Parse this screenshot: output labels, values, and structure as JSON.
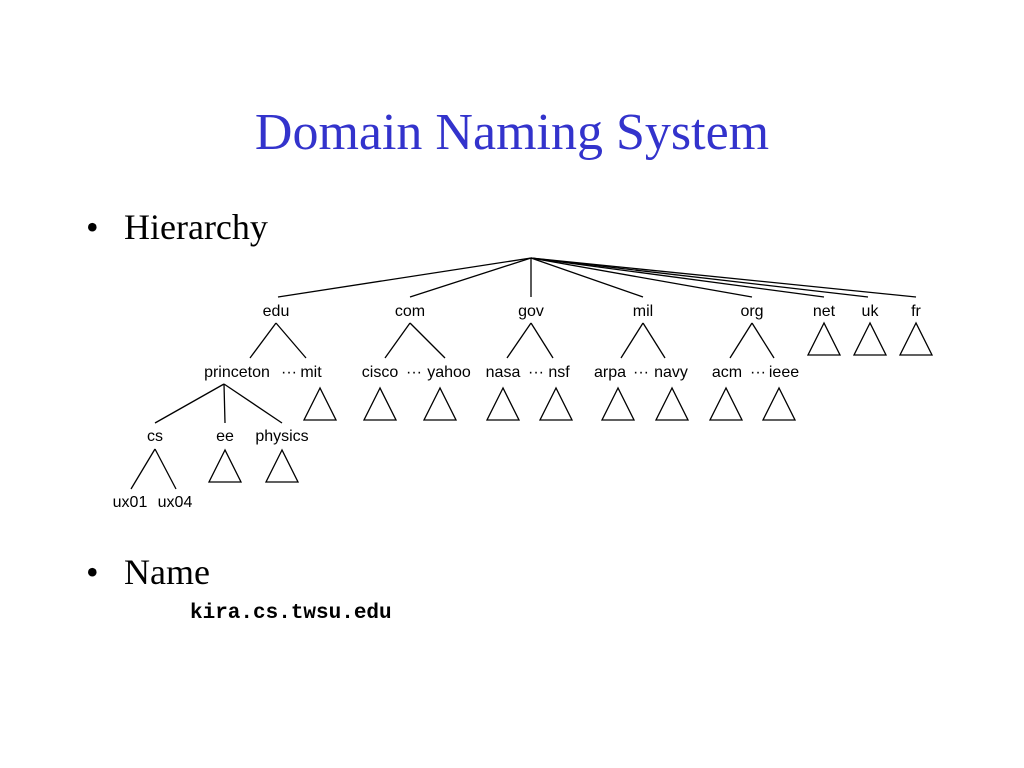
{
  "slide": {
    "title": "Domain Naming System",
    "bullets": [
      {
        "text": "Hierarchy"
      },
      {
        "text": "Name",
        "example": "kira.cs.twsu.edu"
      }
    ]
  },
  "tree": {
    "tlds": [
      "edu",
      "com",
      "gov",
      "mil",
      "org",
      "net",
      "uk",
      "fr"
    ],
    "second_level": [
      {
        "parent": "edu",
        "left": "princeton",
        "right": "mit"
      },
      {
        "parent": "com",
        "left": "cisco",
        "right": "yahoo"
      },
      {
        "parent": "gov",
        "left": "nasa",
        "right": "nsf"
      },
      {
        "parent": "mil",
        "left": "arpa",
        "right": "navy"
      },
      {
        "parent": "org",
        "left": "acm",
        "right": "ieee"
      }
    ],
    "ellipsis": "···",
    "third_level": {
      "parent": "princeton",
      "children": [
        "cs",
        "ee",
        "physics"
      ]
    },
    "fourth_level": {
      "parent": "cs",
      "left": "ux01",
      "right": "ux04"
    }
  }
}
